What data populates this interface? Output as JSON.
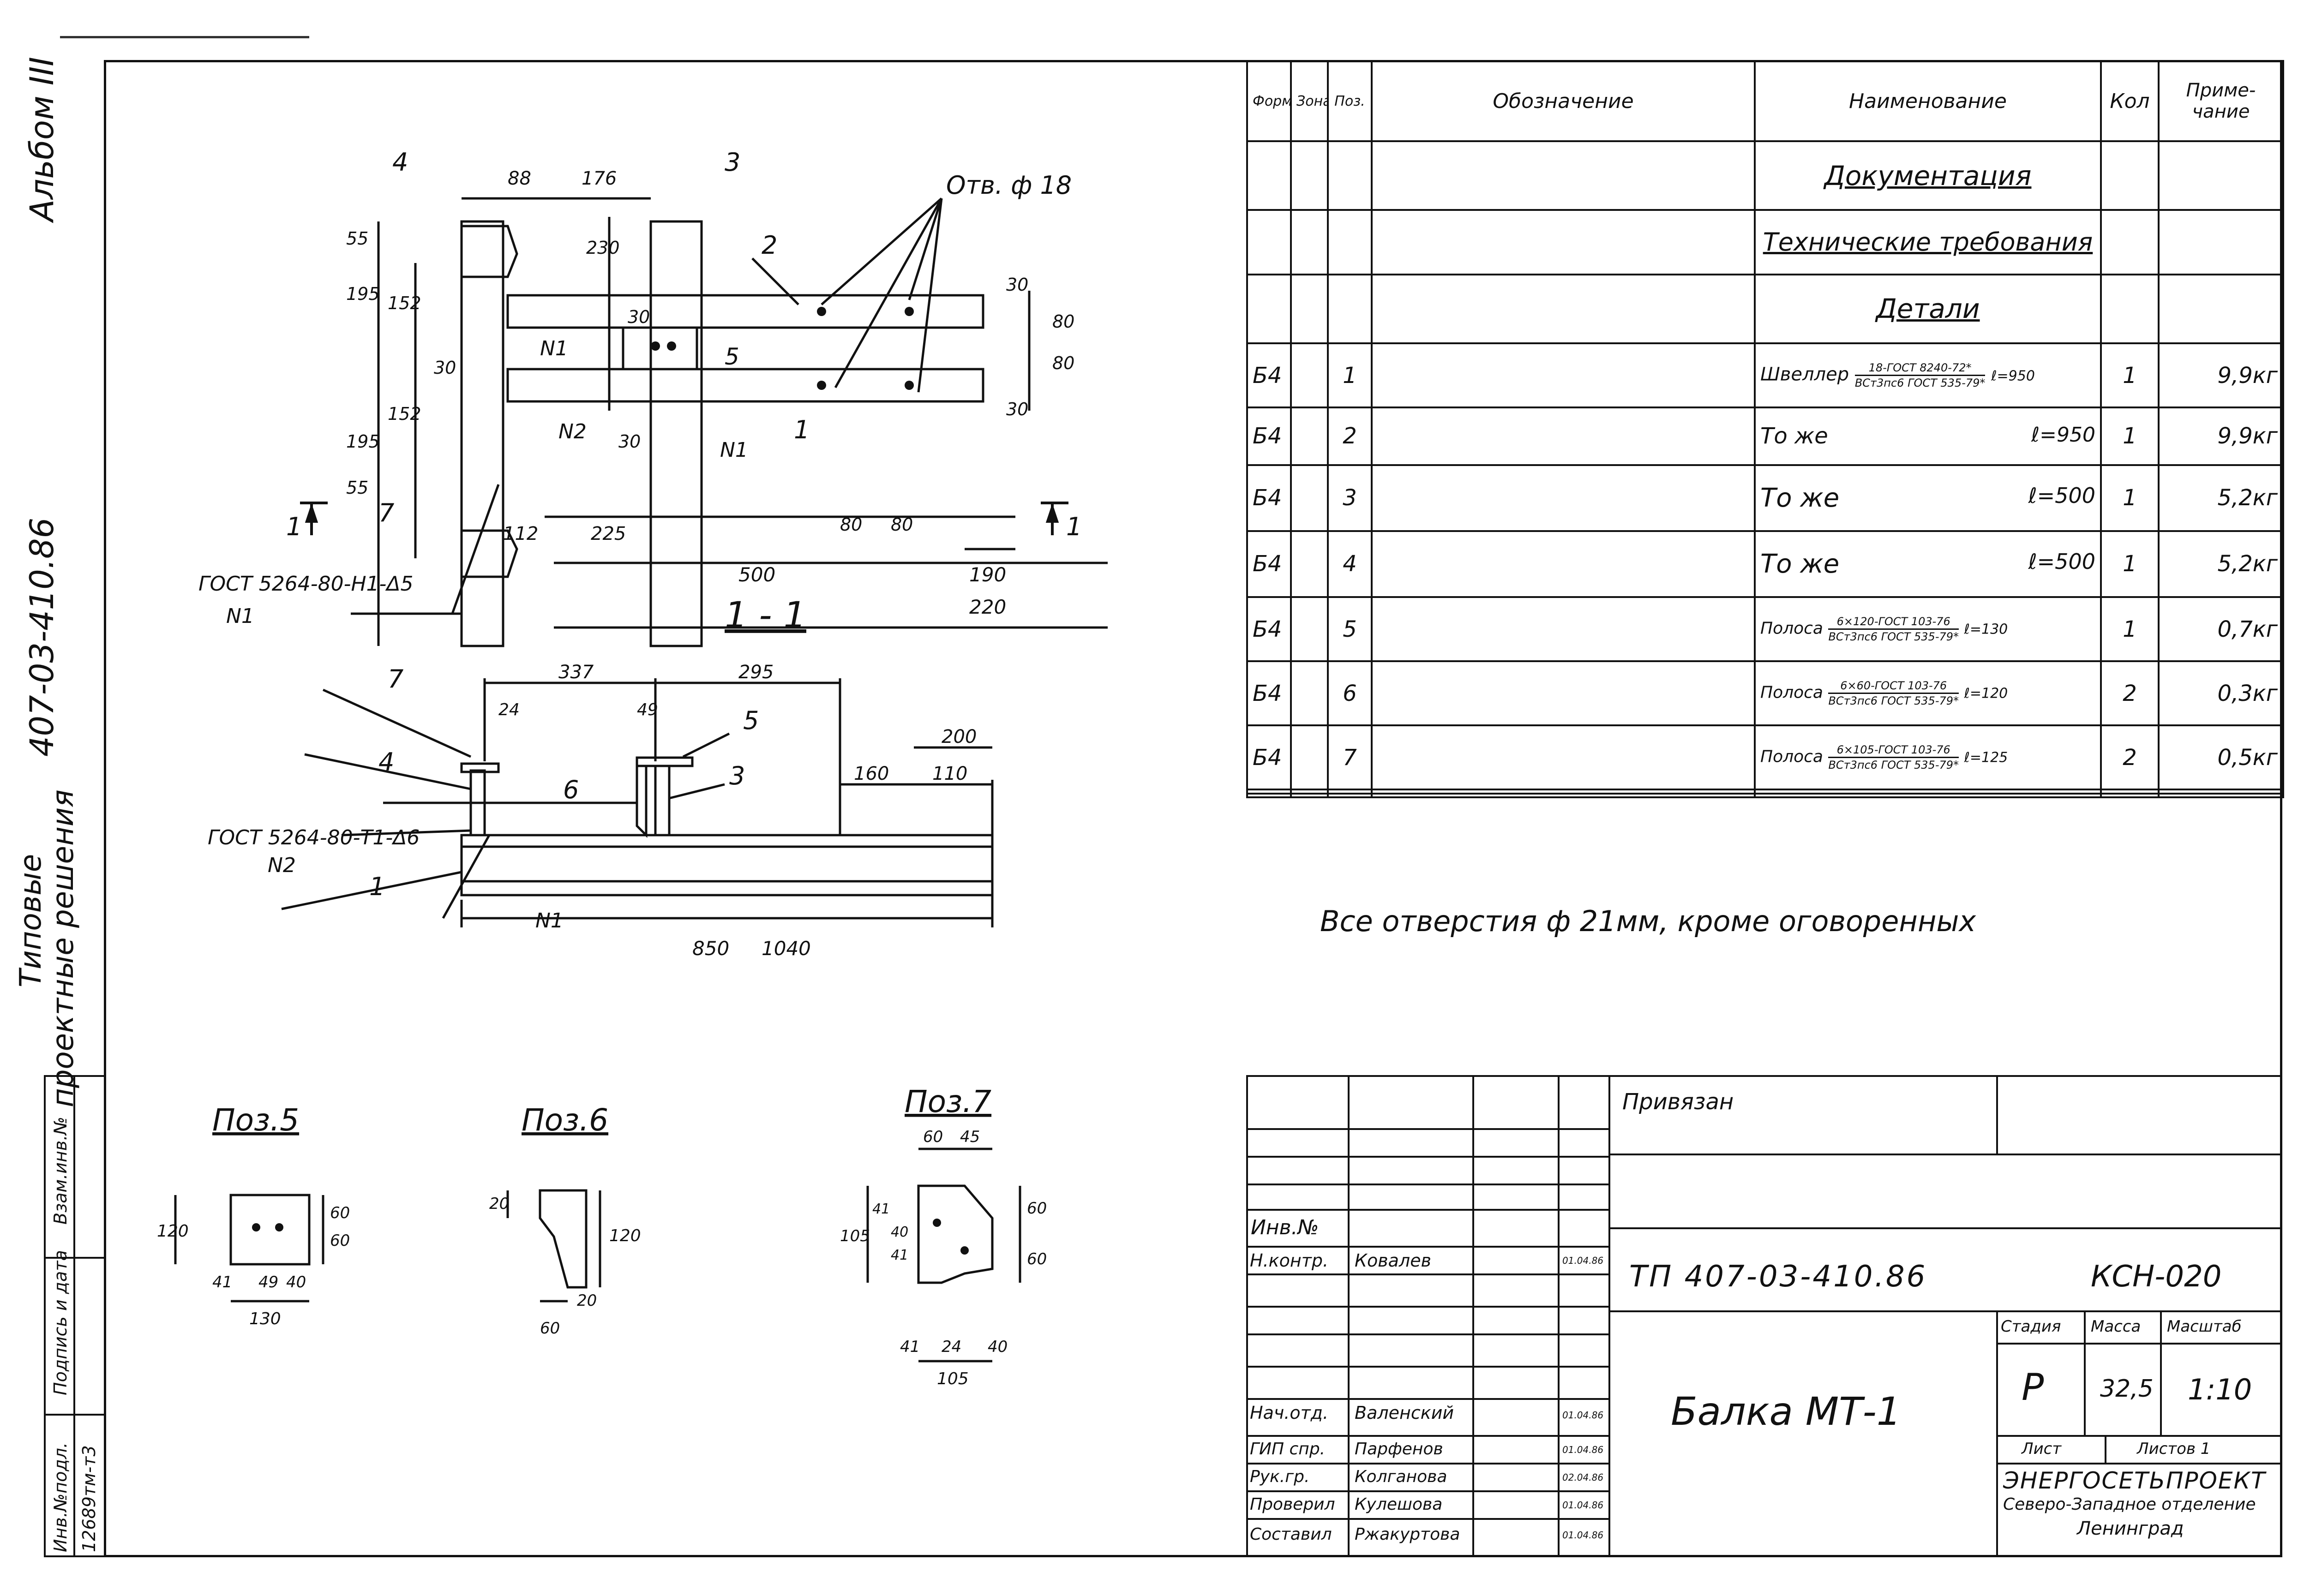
{
  "side_labels": {
    "album": "Альбом III",
    "code": "407-03-410.86",
    "typical": "Типовые",
    "solutions": "проектные решения"
  },
  "side_stamp": {
    "inv_orig": "Инв.№подл.",
    "inv_orig_value": "12689тм-т3",
    "sign_date": "Подпись и дата",
    "replace_inv": "Взам.инв.№"
  },
  "main_view": {
    "hole_note": "Отв. ф 18",
    "pos_labels": [
      "4",
      "3",
      "2",
      "1",
      "7",
      "5"
    ],
    "welds": [
      "N1",
      "N2",
      "N1"
    ],
    "gost_weld": "ГОСТ 5264-80-Н1-Δ5",
    "gost_weld_sub": "N1",
    "section_mark": "1",
    "dims_top": [
      "88",
      "176"
    ],
    "dims_left": [
      "55",
      "195",
      "152",
      "30",
      "152",
      "195",
      "55"
    ],
    "dims_right": [
      "30",
      "80",
      "80",
      "30"
    ],
    "dims_mid": [
      "230",
      "30",
      "30"
    ],
    "dims_bottom": [
      "112",
      "225",
      "80",
      "80",
      "500",
      "190",
      "220"
    ]
  },
  "section_view": {
    "title": "1 - 1",
    "pos_labels": [
      "7",
      "4",
      "6",
      "5",
      "3",
      "1"
    ],
    "dims": [
      "337",
      "295",
      "24",
      "49",
      "160",
      "110",
      "200",
      "850",
      "1040"
    ],
    "gost_weld": "ГОСТ 5264-80-Т1-Δ6",
    "gost_weld_sub": "N2",
    "weld": "N1"
  },
  "details": [
    {
      "title": "Поз.5",
      "dims": [
        "120",
        "60",
        "60",
        "41",
        "49",
        "40",
        "130"
      ]
    },
    {
      "title": "Поз.6",
      "dims": [
        "20",
        "120",
        "20",
        "60"
      ]
    },
    {
      "title": "Поз.7",
      "dims": [
        "60",
        "45",
        "105",
        "41",
        "40",
        "41",
        "60",
        "60",
        "41",
        "24",
        "40",
        "105"
      ]
    }
  ],
  "general_note": "Все отверстия ф 21мм, кроме оговоренных",
  "spec": {
    "headers": [
      "Формат",
      "Зона",
      "Поз.",
      "Обозначение",
      "Наименование",
      "Кол",
      "Приме-чание"
    ],
    "sections": [
      "Документация",
      "Технические требования",
      "Детали"
    ],
    "rows": [
      {
        "format": "Б4",
        "pos": "1",
        "name": "Швеллер",
        "spec_top": "18-ГОСТ 8240-72*",
        "spec_bottom": "ВСт3пс6 ГОСТ 535-79*",
        "length": "ℓ=950",
        "qty": "1",
        "note": "9,9кг"
      },
      {
        "format": "Б4",
        "pos": "2",
        "name": "То же",
        "spec_top": "",
        "spec_bottom": "",
        "length": "ℓ=950",
        "qty": "1",
        "note": "9,9кг"
      },
      {
        "format": "Б4",
        "pos": "3",
        "name": "То же",
        "spec_top": "",
        "spec_bottom": "",
        "length": "ℓ=500",
        "qty": "1",
        "note": "5,2кг"
      },
      {
        "format": "Б4",
        "pos": "4",
        "name": "То же",
        "spec_top": "",
        "spec_bottom": "",
        "length": "ℓ=500",
        "qty": "1",
        "note": "5,2кг"
      },
      {
        "format": "Б4",
        "pos": "5",
        "name": "Полоса",
        "spec_top": "6×120-ГОСТ 103-76",
        "spec_bottom": "ВСт3пс6 ГОСТ 535-79*",
        "length": "ℓ=130",
        "qty": "1",
        "note": "0,7кг"
      },
      {
        "format": "Б4",
        "pos": "6",
        "name": "Полоса",
        "spec_top": "6×60-ГОСТ 103-76",
        "spec_bottom": "ВСт3пс6 ГОСТ 535-79*",
        "length": "ℓ=120",
        "qty": "2",
        "note": "0,3кг"
      },
      {
        "format": "Б4",
        "pos": "7",
        "name": "Полоса",
        "spec_top": "6×105-ГОСТ 103-76",
        "spec_bottom": "ВСт3пс6 ГОСТ 535-79*",
        "length": "ℓ=125",
        "qty": "2",
        "note": "0,5кг"
      }
    ]
  },
  "title_block": {
    "privyazan": "Привязан",
    "inv_no": "Инв.№",
    "roles": [
      {
        "role": "Н.контр.",
        "name": "Ковалев",
        "date": "01.04.86"
      },
      {
        "role": "Нач.отд.",
        "name": "Валенский",
        "date": "01.04.86"
      },
      {
        "role": "ГИП спр.",
        "name": "Парфенов",
        "date": "01.04.86"
      },
      {
        "role": "Рук.гр.",
        "name": "Колганова",
        "date": "02.04.86"
      },
      {
        "role": "Проверил",
        "name": "Кулешова",
        "date": "01.04.86"
      },
      {
        "role": "Составил",
        "name": "Ржакуртова",
        "date": "01.04.86"
      }
    ],
    "doc_code": "ТП 407-03-410.86",
    "sheet_code": "КСН-020",
    "stage_label": "Стадия",
    "mass_label": "Масса",
    "scale_label": "Масштаб",
    "stage": "Р",
    "mass": "32,5",
    "scale": "1:10",
    "title": "Балка МТ-1",
    "sheet_label": "Лист",
    "sheets_label": "Листов 1",
    "org_name": "ЭНЕРГОСЕТЬПРОЕКТ",
    "org_branch": "Северо-Западное отделение",
    "org_city": "Ленинград"
  }
}
